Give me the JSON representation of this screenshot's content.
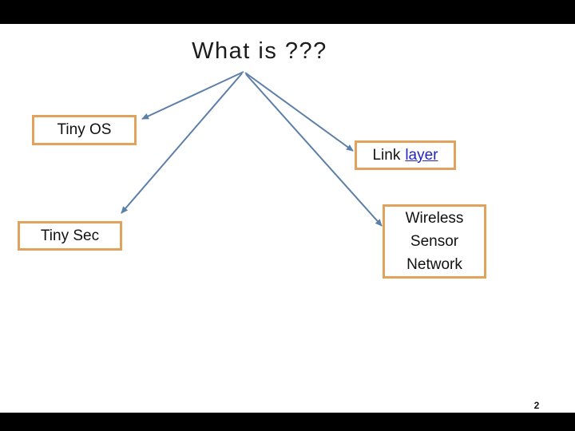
{
  "title": "What is ???",
  "page_number": "2",
  "boxes": {
    "tiny_os": {
      "label": "Tiny OS"
    },
    "link_layer": {
      "text_plain": "Link",
      "text_link": "layer"
    },
    "tiny_sec": {
      "label": "Tiny Sec"
    },
    "wireless_sensor_network": {
      "line1": "Wireless",
      "line2": "Sensor",
      "line3": "Network"
    }
  },
  "connectors": [
    {
      "from": "title",
      "to": "Tiny OS"
    },
    {
      "from": "title",
      "to": "Tiny Sec"
    },
    {
      "from": "title",
      "to": "Link layer"
    },
    {
      "from": "title",
      "to": "Wireless Sensor Network"
    }
  ],
  "colors": {
    "box_border": "#E1A35C",
    "connector": "#5C7FA8",
    "hyperlink": "#2424C4",
    "title_text": "#1C1C1C",
    "box_text": "#111111",
    "letterbox": "#000000",
    "slide_background": "#FFFFFF"
  }
}
